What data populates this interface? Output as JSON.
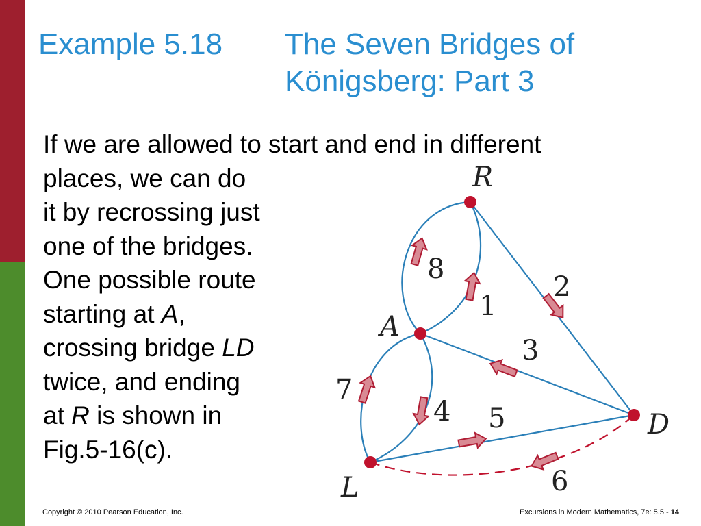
{
  "title": {
    "example": "Example 5.18",
    "line1": "The Seven Bridges of",
    "line2": "Königsberg: Part 3"
  },
  "body": {
    "l1": "If we are allowed to start and end in different",
    "l2": "places, we can do",
    "l3": "it by recrossing just",
    "l4": "one of the bridges.",
    "l5": "One possible route",
    "l6a": "starting at ",
    "l6i": "A",
    "l6b": ",",
    "l7a": "crossing bridge ",
    "l7i": "LD",
    "l8": "twice, and ending",
    "l9a": "at ",
    "l9i": "R",
    "l9b": " is shown in",
    "l10": "Fig.5-16(c)."
  },
  "graph": {
    "vertices": {
      "R": "R",
      "A": "A",
      "D": "D",
      "L": "L"
    },
    "edges": {
      "e1": "1",
      "e2": "2",
      "e3": "3",
      "e4": "4",
      "e5": "5",
      "e6": "6",
      "e7": "7",
      "e8": "8"
    }
  },
  "colors": {
    "title": "#2a8ed0",
    "edge": "#2a7fb8",
    "vertex": "#c0122d",
    "arrow_fill": "#d98a94",
    "arrow_stroke": "#b01e35"
  },
  "footer": {
    "copyright": "Copyright © 2010 Pearson Education, Inc.",
    "source": "Excursions in Modern Mathematics, 7e: 5.5 - ",
    "page": "14"
  }
}
